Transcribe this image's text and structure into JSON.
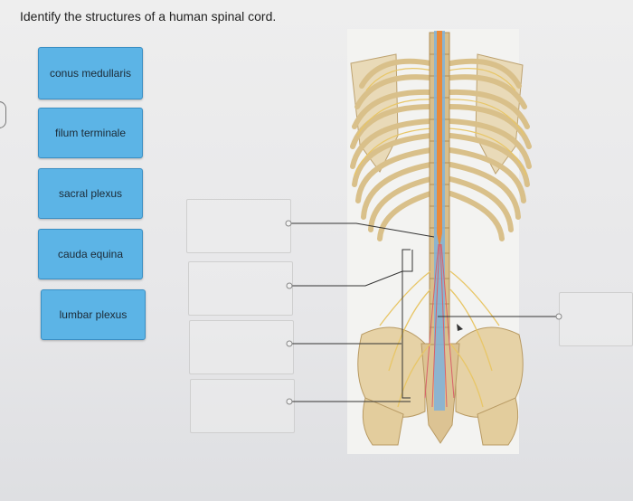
{
  "question": {
    "text": "Identify the structures of a human spinal cord."
  },
  "labels": [
    {
      "text": "conus medullaris"
    },
    {
      "text": "filum terminale"
    },
    {
      "text": "sacral plexus"
    },
    {
      "text": "cauda equina"
    },
    {
      "text": "lumbar plexus"
    }
  ],
  "colors": {
    "label_fill": "#5cb4e6",
    "label_border": "#3a8fc4",
    "spinal_cord": "#e98a3a",
    "dura_blue": "#7fb2d9",
    "nerve_yellow": "#e8c667",
    "bone": "#e6d2a6"
  }
}
